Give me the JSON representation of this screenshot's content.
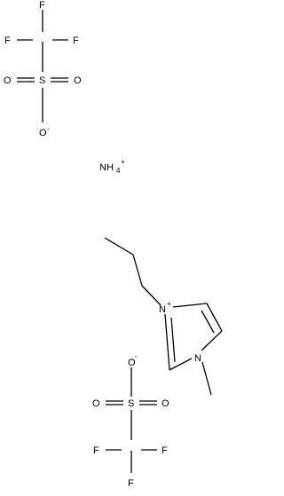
{
  "labels": {
    "F": "F",
    "S": "S",
    "O": "O",
    "N": "N",
    "minus": "-",
    "plus": "+",
    "NH": "NH",
    "four": "4"
  }
}
